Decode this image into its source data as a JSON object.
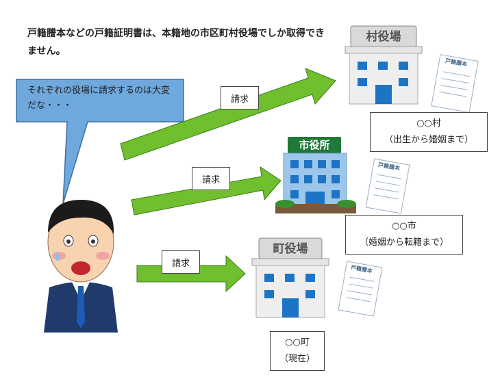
{
  "title": "戸籍謄本などの戸籍証明書は、本籍地の市区町村役場でしか取得できません。",
  "speech": "それぞれの役場に請求するのは大変だな・・・",
  "request_label": "請求",
  "buildings": {
    "village": "村役場",
    "city": "市役所",
    "town": "町役場"
  },
  "document_label": "戸籍謄本",
  "destinations": {
    "village": {
      "name": "○○村",
      "period": "（出生から婚姻まで）"
    },
    "city": {
      "name": "○○市",
      "period": "（婚姻から転籍まで）"
    },
    "town": {
      "name": "○○町",
      "period": "（現在）"
    }
  },
  "colors": {
    "arrow": "#6fbf2e",
    "bubble": "#6fa8dc",
    "building": "#d9d9d9",
    "window": "#1e74c4",
    "city_building": "#9cc7ea",
    "city_sign": "#1f7a3a"
  }
}
